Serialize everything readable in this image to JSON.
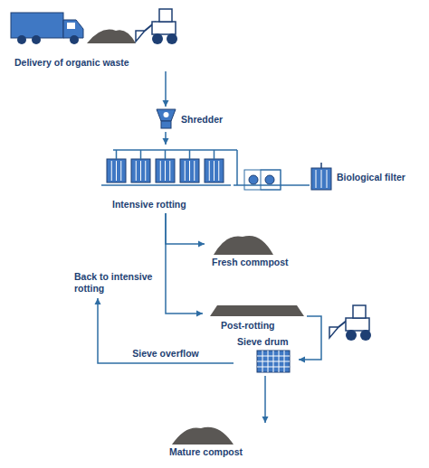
{
  "diagram": {
    "nodes": [
      {
        "text": [
          "Delivery of organic waste"
        ]
      },
      {
        "text": [
          "Shredder"
        ]
      },
      {
        "text": [
          "Intensive rotting"
        ]
      },
      {
        "text": [
          "Biological filter"
        ]
      },
      {
        "text": [
          "Fresh commpost"
        ]
      },
      {
        "text": [
          "Post-rotting"
        ]
      },
      {
        "text": [
          "Sieve drum"
        ]
      },
      {
        "text": [
          "Back to intensive rotting"
        ]
      },
      {
        "text": [
          "Mature compost"
        ]
      }
    ],
    "edges": [
      {
        "from": 0,
        "to": 1,
        "arrow": "to"
      },
      {
        "from": 1,
        "to": 2,
        "arrow": "to"
      },
      {
        "from": 2,
        "to": 3,
        "arrow": "none"
      },
      {
        "from": 2,
        "to": 4,
        "arrow": "to"
      },
      {
        "from": 2,
        "to": 5,
        "arrow": "to"
      },
      {
        "from": 5,
        "to": 6,
        "arrow": "to"
      },
      {
        "from": 6,
        "to": 7,
        "label": "Sieve overflow",
        "arrow": "to"
      },
      {
        "from": 6,
        "to": 8,
        "arrow": "to"
      }
    ]
  }
}
